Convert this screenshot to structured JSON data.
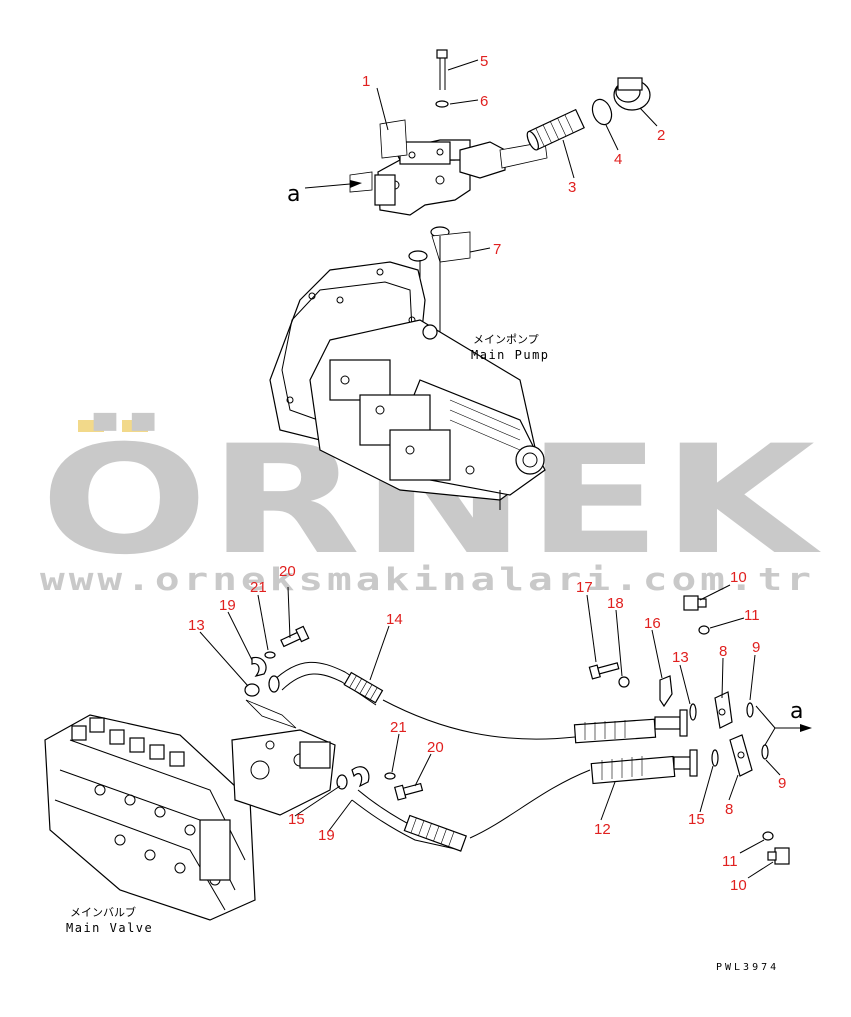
{
  "watermark": {
    "brand": "ÖRNEK",
    "url": "www.orneksmakinalari.com.tr",
    "brand_color": "#c9c9c9",
    "accent_color": "#f2d98a"
  },
  "callouts": {
    "n1": "1",
    "n2": "2",
    "n3": "3",
    "n4": "4",
    "n5": "5",
    "n6": "6",
    "n7": "7",
    "n8a": "8",
    "n8b": "8",
    "n9a": "9",
    "n9b": "9",
    "n10a": "10",
    "n10b": "10",
    "n11a": "11",
    "n11b": "11",
    "n12": "12",
    "n13a": "13",
    "n13b": "13",
    "n14": "14",
    "n15a": "15",
    "n15b": "15",
    "n16": "16",
    "n17": "17",
    "n18": "18",
    "n19a": "19",
    "n19b": "19",
    "n20a": "20",
    "n20b": "20",
    "n21a": "21",
    "n21b": "21"
  },
  "arrow_labels": {
    "a_left": "a",
    "a_right": "a"
  },
  "labels": {
    "main_pump_jp": "メインポンプ",
    "main_pump_en": "Main Pump",
    "main_valve_jp": "メインバルブ",
    "main_valve_en": "Main Valve"
  },
  "drawing_code": "PWL3974",
  "callout_color": "#e0201f"
}
